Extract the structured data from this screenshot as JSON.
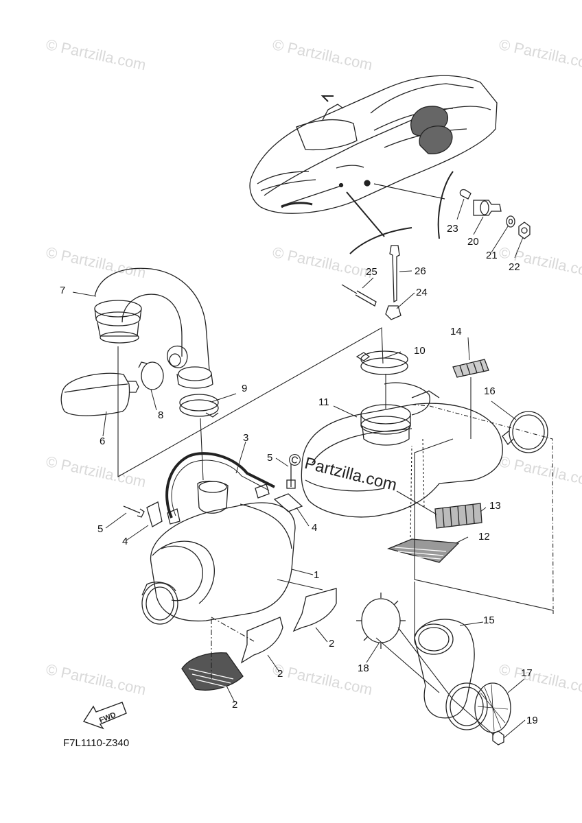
{
  "watermark": "© Partzilla.com",
  "center_watermark": "Partzilla.com",
  "diagram_code": "F7L1110-Z340",
  "fwd_label": "FWD",
  "callouts": [
    {
      "id": "c1",
      "label": "1"
    },
    {
      "id": "c2a",
      "label": "2"
    },
    {
      "id": "c2b",
      "label": "2"
    },
    {
      "id": "c2c",
      "label": "2"
    },
    {
      "id": "c3",
      "label": "3"
    },
    {
      "id": "c4a",
      "label": "4"
    },
    {
      "id": "c4b",
      "label": "4"
    },
    {
      "id": "c5a",
      "label": "5"
    },
    {
      "id": "c5b",
      "label": "5"
    },
    {
      "id": "c6",
      "label": "6"
    },
    {
      "id": "c7",
      "label": "7"
    },
    {
      "id": "c8",
      "label": "8"
    },
    {
      "id": "c9",
      "label": "9"
    },
    {
      "id": "c10",
      "label": "10"
    },
    {
      "id": "c11",
      "label": "11"
    },
    {
      "id": "c12",
      "label": "12"
    },
    {
      "id": "c13",
      "label": "13"
    },
    {
      "id": "c14",
      "label": "14"
    },
    {
      "id": "c15",
      "label": "15"
    },
    {
      "id": "c16",
      "label": "16"
    },
    {
      "id": "c17",
      "label": "17"
    },
    {
      "id": "c18",
      "label": "18"
    },
    {
      "id": "c19",
      "label": "19"
    },
    {
      "id": "c20",
      "label": "20"
    },
    {
      "id": "c21",
      "label": "21"
    },
    {
      "id": "c22",
      "label": "22"
    },
    {
      "id": "c23",
      "label": "23"
    },
    {
      "id": "c24",
      "label": "24"
    },
    {
      "id": "c25",
      "label": "25"
    },
    {
      "id": "c26",
      "label": "26"
    }
  ]
}
